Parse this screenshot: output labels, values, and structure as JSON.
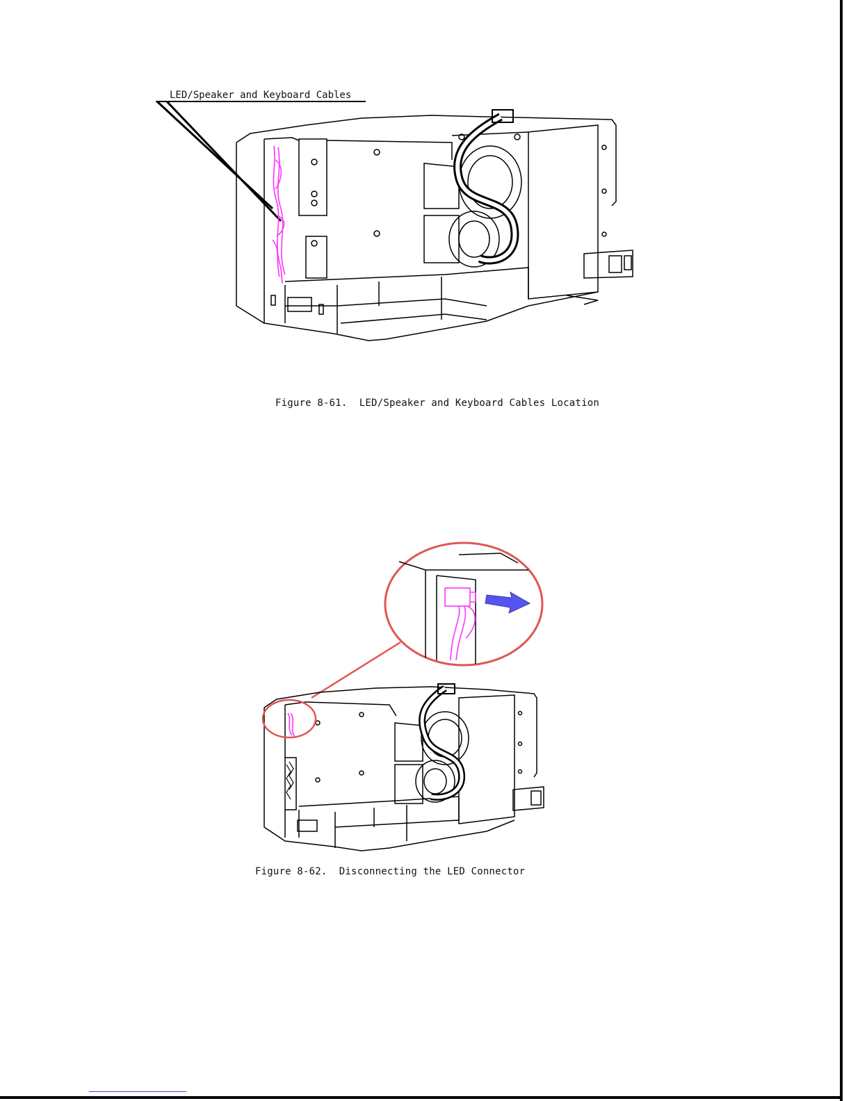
{
  "figure_61": {
    "callout_label": "LED/Speaker and Keyboard Cables",
    "caption": "Figure 8-61.  LED/Speaker and Keyboard Cables Location"
  },
  "figure_62": {
    "caption": "Figure 8-62.  Disconnecting the LED Connector"
  },
  "colors": {
    "cable_highlight": "#ff33ff",
    "zoom_circle": "#e05555",
    "arrow": "#5555ee",
    "line_art": "#000000"
  }
}
